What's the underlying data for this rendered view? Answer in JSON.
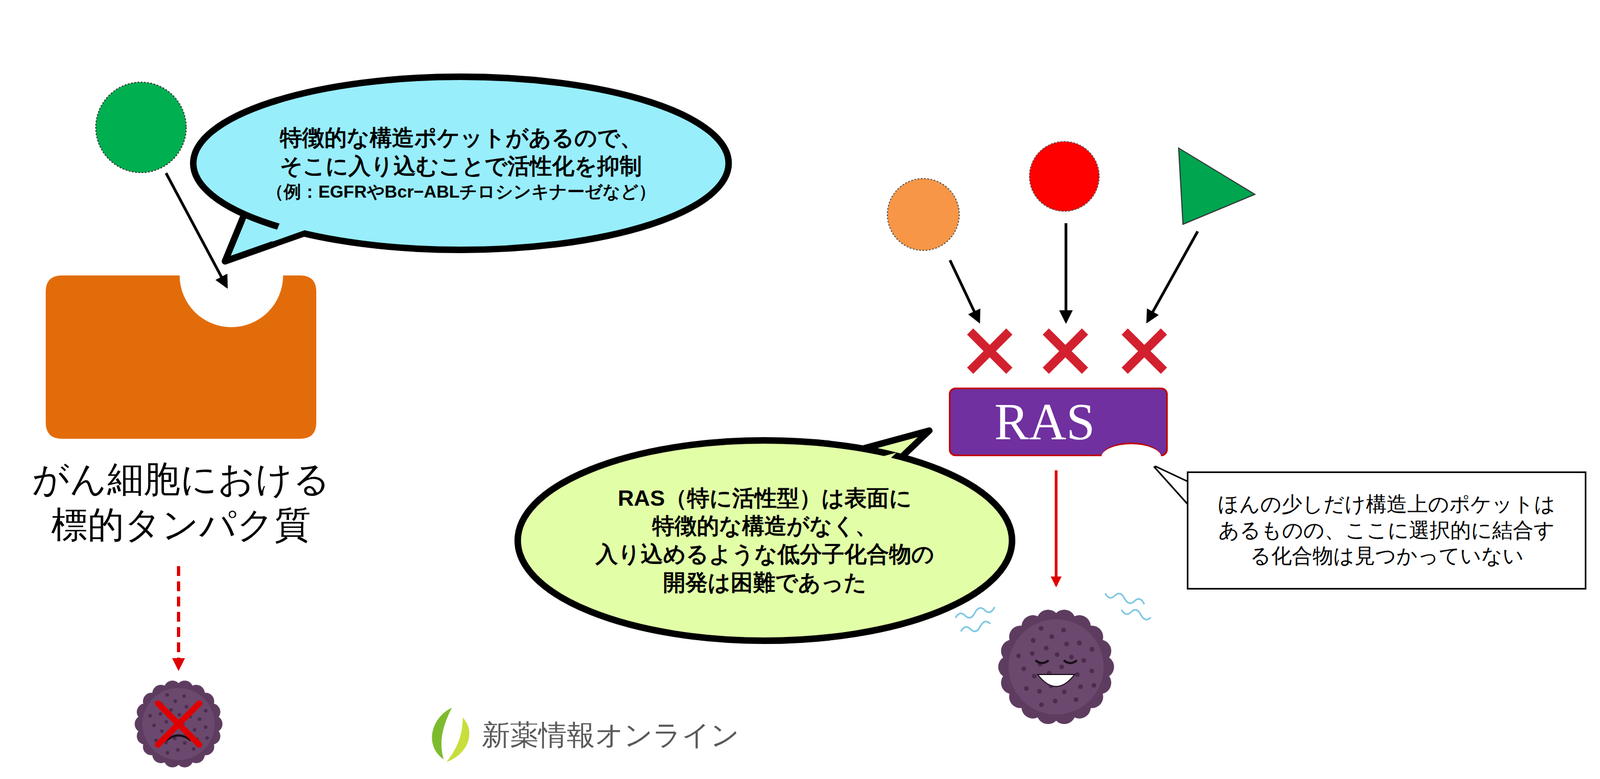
{
  "diagram": {
    "nodes": [
      {
        "text": [
          "特徴的な構造ポケットがあるので、 そこに入り込むことで活性化を抑制",
          "（例：EGFRやBcr−ABLチロシンキナーゼなど）"
        ]
      },
      {
        "text": [
          "がん細胞における 標的タンパク質"
        ]
      },
      {
        "text": [
          "RAS"
        ]
      },
      {
        "text": [
          "RAS（特に活性型）は表面に 特徴的な構造がなく、 入り込めるような低分子化合物の 開発は困難であった"
        ]
      },
      {
        "text": [
          "ほんの少しだけ構造上のポケットは あるものの、ここに選択的に結合す る化合物は見つかっていない"
        ]
      }
    ],
    "edges": [
      {
        "from": 4,
        "to": 2,
        "arrow": "none"
      }
    ],
    "labels": [
      "新薬情報オンライン"
    ]
  }
}
